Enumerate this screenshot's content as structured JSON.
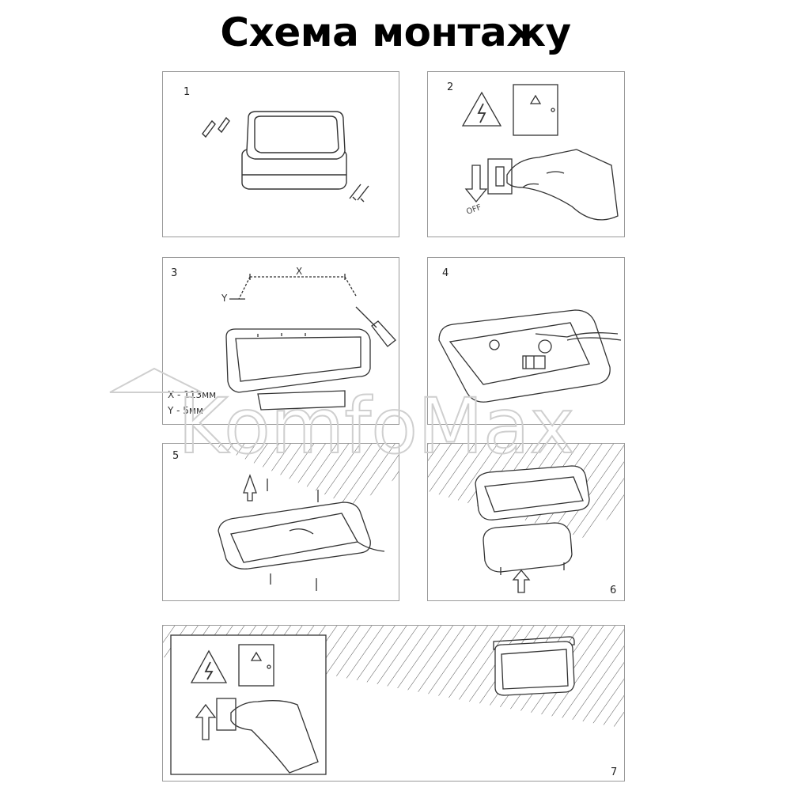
{
  "title": "Схема монтажу",
  "steps": [
    {
      "number": "1"
    },
    {
      "number": "2",
      "switch_label": "OFF"
    },
    {
      "number": "3",
      "x_label": "X",
      "y_label": "Y",
      "x_value": "X - 113мм",
      "y_value": "Y - 5мм"
    },
    {
      "number": "4"
    },
    {
      "number": "5"
    },
    {
      "number": "6"
    },
    {
      "number": "7"
    }
  ],
  "watermark": "KomfoMax",
  "colors": {
    "line": "#333333",
    "panel_border": "#9a9a9a",
    "hatch": "#555555",
    "watermark": "#cfcfcf"
  }
}
